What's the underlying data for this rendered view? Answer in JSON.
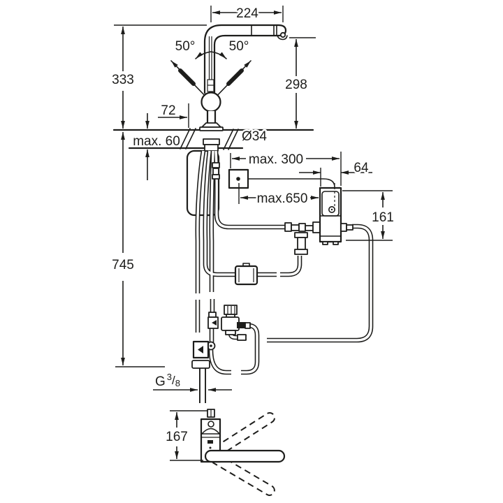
{
  "drawing": {
    "front_view": {
      "spout_reach": "224",
      "swivel_angle_left": "50°",
      "swivel_angle_right": "50°",
      "height_above_deck": "333",
      "spout_height": "298",
      "handle_clearance": "72",
      "deck_thickness": "max. 60",
      "shank_diameter": "Ø34"
    },
    "installation": {
      "sensor_distance": "max. 300",
      "control_box_width": "64",
      "hose_length": "max.650",
      "control_box_height": "161",
      "total_height": "745",
      "supply_thread": {
        "letter": "G",
        "numerator": "3",
        "slash": "/",
        "denominator": "8"
      }
    },
    "top_view": {
      "body_depth": "167"
    }
  }
}
